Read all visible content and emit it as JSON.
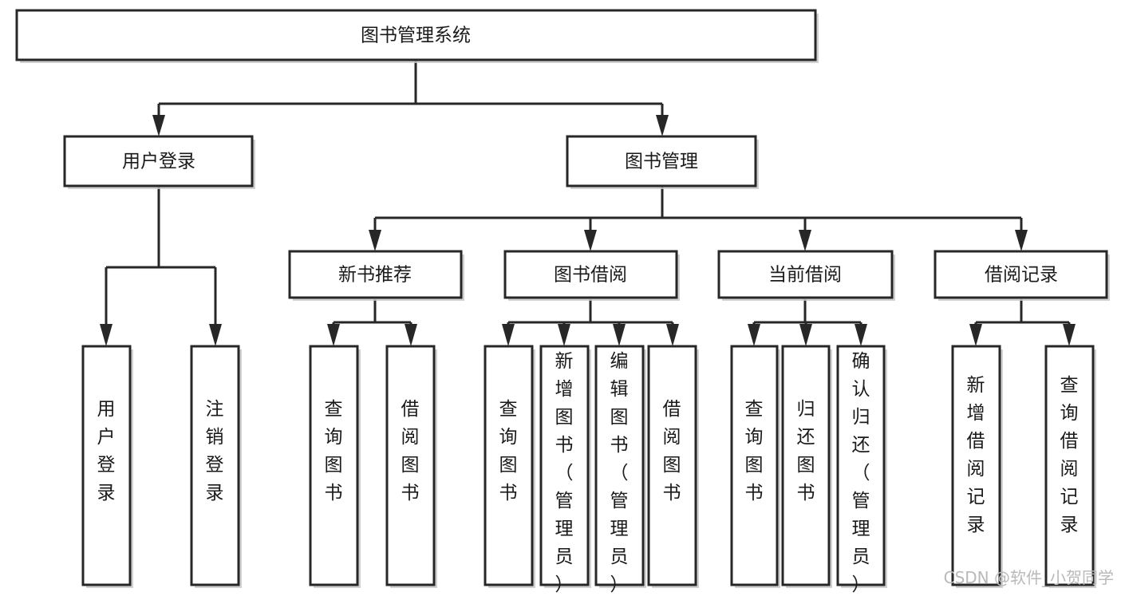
{
  "diagram": {
    "type": "tree-hierarchy-chart",
    "orientation": "top-down",
    "root": {
      "id": "root",
      "label": "图书管理系统",
      "text_orientation": "horizontal"
    },
    "level2": [
      {
        "id": "user-login",
        "label": "用户登录",
        "text_orientation": "horizontal"
      },
      {
        "id": "book-management",
        "label": "图书管理",
        "text_orientation": "horizontal"
      }
    ],
    "level3": [
      {
        "id": "new-book-recommend",
        "label": "新书推荐",
        "parent": "book-management",
        "text_orientation": "horizontal"
      },
      {
        "id": "book-borrow",
        "label": "图书借阅",
        "parent": "book-management",
        "text_orientation": "horizontal"
      },
      {
        "id": "current-borrow",
        "label": "当前借阅",
        "parent": "book-management",
        "text_orientation": "horizontal"
      },
      {
        "id": "borrow-record",
        "label": "借阅记录",
        "parent": "book-management",
        "text_orientation": "horizontal"
      }
    ],
    "leaves": [
      {
        "id": "leaf-user-login",
        "parent": "user-login",
        "label": "用户登录",
        "text_orientation": "vertical"
      },
      {
        "id": "leaf-logout",
        "parent": "user-login",
        "label": "注销登录",
        "text_orientation": "vertical"
      },
      {
        "id": "leaf-query-book-1",
        "parent": "new-book-recommend",
        "label": "查询图书",
        "text_orientation": "vertical"
      },
      {
        "id": "leaf-borrow-book-1",
        "parent": "new-book-recommend",
        "label": "借阅图书",
        "text_orientation": "vertical"
      },
      {
        "id": "leaf-query-book-2",
        "parent": "book-borrow",
        "label": "查询图书",
        "text_orientation": "vertical"
      },
      {
        "id": "leaf-add-book",
        "parent": "book-borrow",
        "label": "新增图书（管理员）",
        "text_orientation": "vertical"
      },
      {
        "id": "leaf-edit-book",
        "parent": "book-borrow",
        "label": "编辑图书（管理员）",
        "text_orientation": "vertical"
      },
      {
        "id": "leaf-borrow-book-2",
        "parent": "book-borrow",
        "label": "借阅图书",
        "text_orientation": "vertical"
      },
      {
        "id": "leaf-query-book-3",
        "parent": "current-borrow",
        "label": "查询图书",
        "text_orientation": "vertical"
      },
      {
        "id": "leaf-return-book",
        "parent": "current-borrow",
        "label": "归还图书",
        "text_orientation": "vertical"
      },
      {
        "id": "leaf-confirm-return",
        "parent": "current-borrow",
        "label": "确认归还（管理员）",
        "text_orientation": "vertical"
      },
      {
        "id": "leaf-add-record",
        "parent": "borrow-record",
        "label": "新增借阅记录",
        "text_orientation": "vertical"
      },
      {
        "id": "leaf-query-record",
        "parent": "borrow-record",
        "label": "查询借阅记录",
        "text_orientation": "vertical"
      }
    ],
    "colors": {
      "box_fill": "#ffffff",
      "box_stroke": "#272727",
      "text": "#1a1a1a",
      "background": "#ffffff",
      "watermark": "#b9b9b9"
    }
  },
  "watermark": {
    "text": "CSDN @软件_小贺同学"
  }
}
